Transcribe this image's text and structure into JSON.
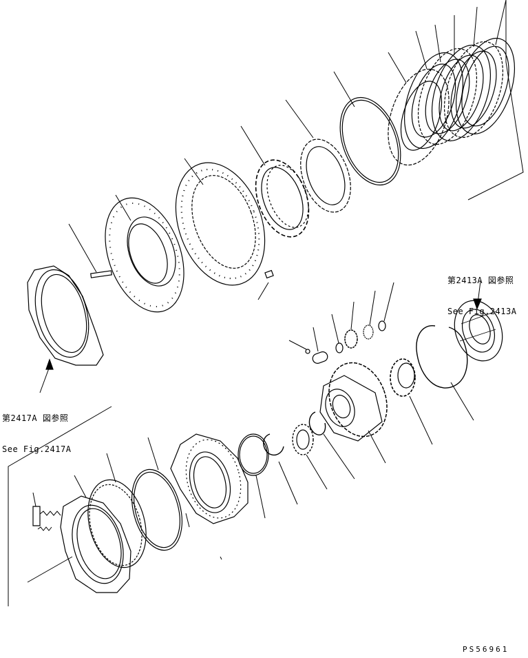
{
  "references": {
    "fig2413": {
      "jp": "第2413A 図参照",
      "en": "See Fig.2413A"
    },
    "fig2417": {
      "jp": "第2417A 図参照",
      "en": "See Fig.2417A"
    }
  },
  "drawing_code": "PS56961",
  "colors": {
    "ink": "#000000",
    "paper": "#ffffff"
  }
}
